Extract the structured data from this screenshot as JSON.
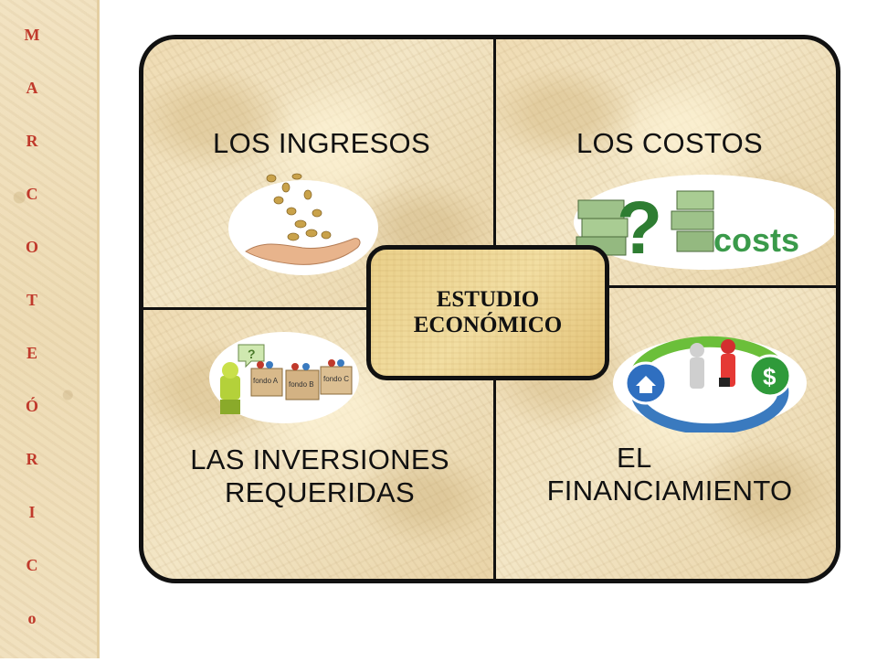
{
  "sidebar": {
    "letters": [
      "M",
      "A",
      "R",
      "C",
      "O",
      "T",
      "E",
      "Ó",
      "R",
      "I",
      "C",
      "o"
    ]
  },
  "diagram": {
    "center_label_line1": "ESTUDIO",
    "center_label_line2": "ECONÓMICO",
    "quadrants": {
      "ingresos": {
        "label": "LOS INGRESOS"
      },
      "costos": {
        "label": "LOS COSTOS",
        "image_text": "costs"
      },
      "inversiones": {
        "label_line1": "LAS INVERSIONES",
        "label_line2": "REQUERIDAS",
        "box_labels": [
          "fondo A",
          "fondo B",
          "fondo C"
        ]
      },
      "financiamiento": {
        "label_line1": "EL",
        "label_line2": "FINANCIAMIENTO"
      }
    }
  },
  "colors": {
    "side_letters": "#c0392b",
    "border": "#111111",
    "center_box": "#ead08a",
    "costs_text": "#3a9a4a"
  }
}
